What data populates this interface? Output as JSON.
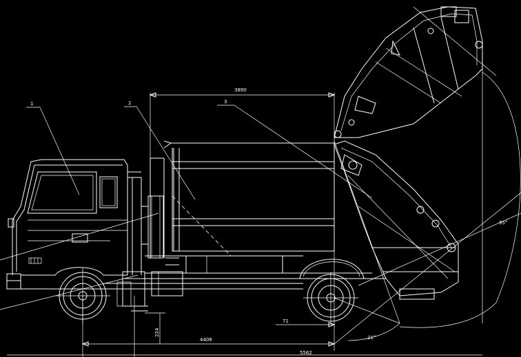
{
  "labels": {
    "callout_1": "1",
    "callout_2": "2",
    "callout_3": "3",
    "dim_3890": "3890",
    "dim_4406": "4406",
    "dim_5562": "5562",
    "dim_224": "224",
    "dim_71": "71",
    "angle_95": "95°",
    "angle_21": "21°"
  },
  "colors": {
    "background": "#000000",
    "lines": "#ffffff"
  }
}
